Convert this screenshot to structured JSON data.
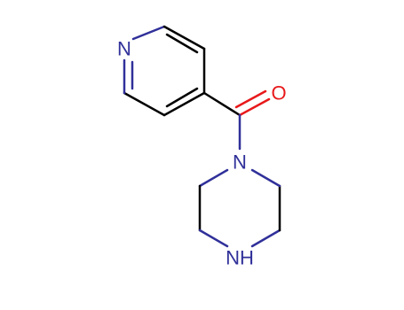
{
  "molecule": {
    "atoms": {
      "pyridine_n": {
        "label": "N",
        "color": "#30309a"
      },
      "carbonyl_o": {
        "label": "O",
        "color": "#e8191b"
      },
      "amide_n": {
        "label": "N",
        "color": "#30309a"
      },
      "amine_nh": {
        "label": "NH",
        "color": "#30309a"
      }
    },
    "bond_color": "#000000"
  }
}
